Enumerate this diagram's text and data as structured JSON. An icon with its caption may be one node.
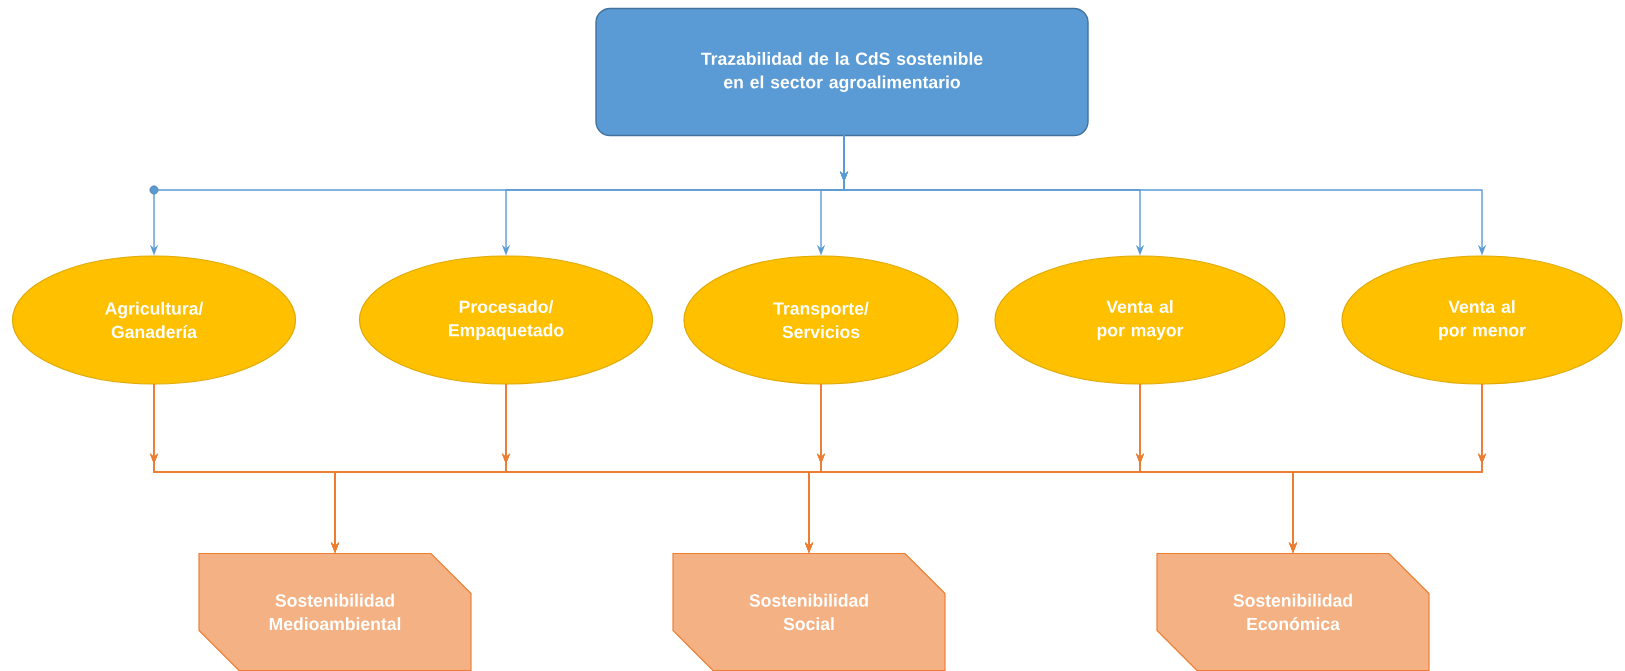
{
  "diagram": {
    "nodes": [
      {
        "text": [
          "Trazabilidad de la CdS sostenible en el sector agroalimentario"
        ]
      },
      {
        "text": [
          "Agricultura/ Ganadería"
        ]
      },
      {
        "text": [
          "Procesado/ Empaquetado"
        ]
      },
      {
        "text": [
          "Transporte/ Servicios"
        ]
      },
      {
        "text": [
          "Venta al por mayor"
        ]
      },
      {
        "text": [
          "Venta al por menor"
        ]
      },
      {
        "text": [
          "Sostenibilidad Medioambiental"
        ]
      },
      {
        "text": [
          "Sostenibilidad Social"
        ]
      },
      {
        "text": [
          "Sostenibilidad Económica"
        ]
      }
    ],
    "edges": [
      {
        "from": 0,
        "to": 1,
        "arrow": "to",
        "color": "#5b9bd5"
      },
      {
        "from": 0,
        "to": 2,
        "arrow": "to",
        "color": "#5b9bd5"
      },
      {
        "from": 0,
        "to": 3,
        "arrow": "to",
        "color": "#5b9bd5"
      },
      {
        "from": 0,
        "to": 4,
        "arrow": "to",
        "color": "#5b9bd5"
      },
      {
        "from": 0,
        "to": 5,
        "arrow": "to",
        "color": "#5b9bd5"
      },
      {
        "from": 1,
        "to": 6,
        "arrow": "to"
      },
      {
        "from": 1,
        "to": 7,
        "arrow": "to"
      },
      {
        "from": 1,
        "to": 8,
        "arrow": "to"
      },
      {
        "from": 2,
        "to": 6,
        "arrow": "to"
      },
      {
        "from": 2,
        "to": 7,
        "arrow": "to"
      },
      {
        "from": 2,
        "to": 8,
        "arrow": "to"
      },
      {
        "from": 3,
        "to": 6,
        "arrow": "to"
      },
      {
        "from": 3,
        "to": 7,
        "arrow": "to"
      },
      {
        "from": 3,
        "to": 8,
        "arrow": "to"
      },
      {
        "from": 4,
        "to": 6,
        "arrow": "to"
      },
      {
        "from": 4,
        "to": 7,
        "arrow": "to"
      },
      {
        "from": 4,
        "to": 8,
        "arrow": "to"
      },
      {
        "from": 5,
        "to": 6,
        "arrow": "to"
      },
      {
        "from": 5,
        "to": 7,
        "arrow": "to"
      },
      {
        "from": 5,
        "to": 8,
        "arrow": "to"
      }
    ]
  }
}
